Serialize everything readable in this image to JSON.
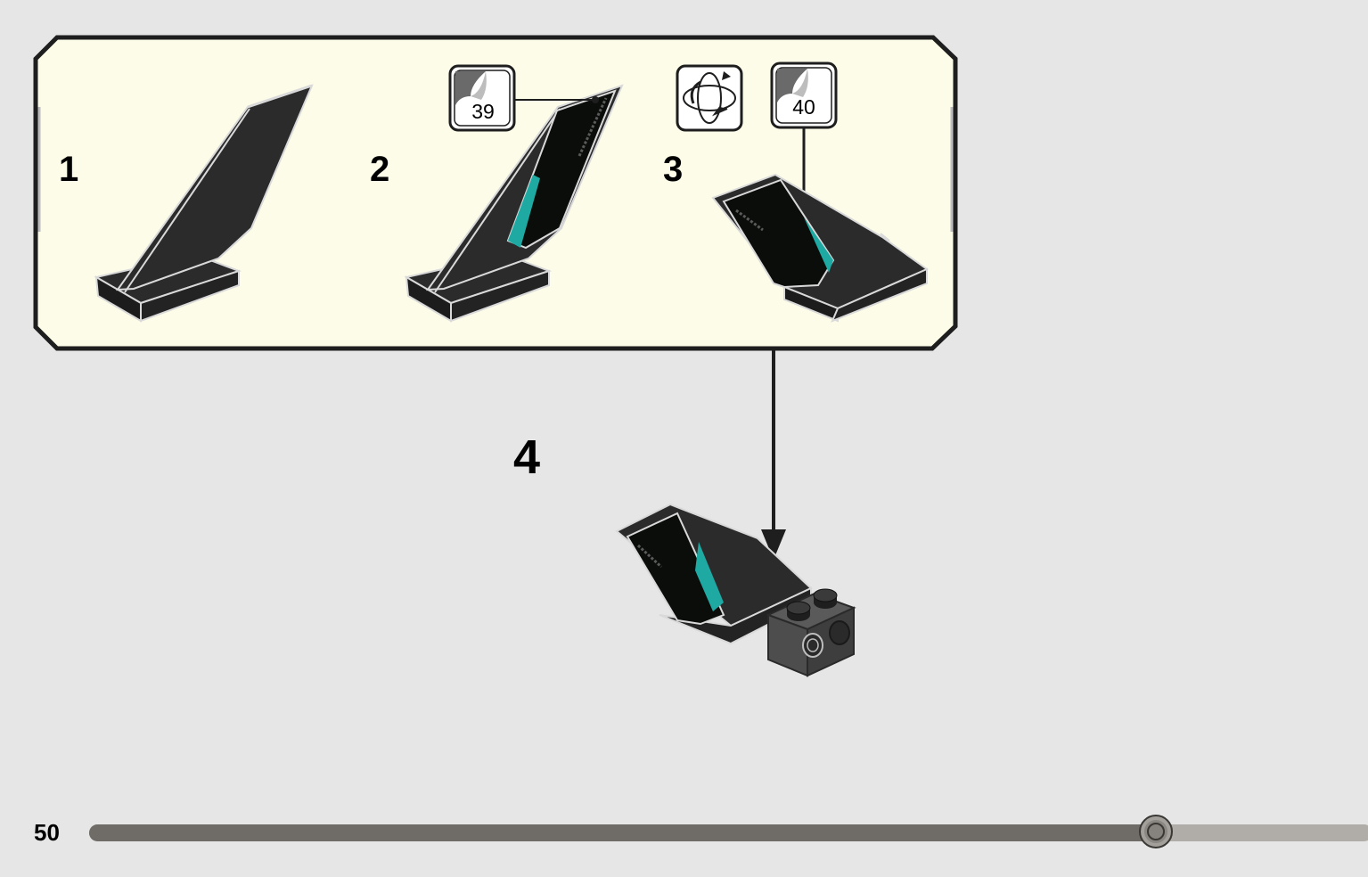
{
  "page": {
    "number": "50",
    "background": "#e6e6e6"
  },
  "callout": {
    "background": "#fdfce8",
    "border_color": "#1e1e1e",
    "steps": [
      {
        "label": "1"
      },
      {
        "label": "2",
        "sticker": "39"
      },
      {
        "label": "3",
        "sticker": "40",
        "rotate_icon": "rotate-model-icon"
      }
    ]
  },
  "main_step": {
    "label": "4"
  },
  "progress": {
    "fraction": 0.831,
    "fill_color": "#6f6b66",
    "track_color": "#b0aca7"
  },
  "colors": {
    "brick_black": "#2b2b2b",
    "sticker_black": "#0b0d0b",
    "sticker_teal": "#1fa9a3",
    "brick_dark_gray": "#4d4d4d"
  }
}
